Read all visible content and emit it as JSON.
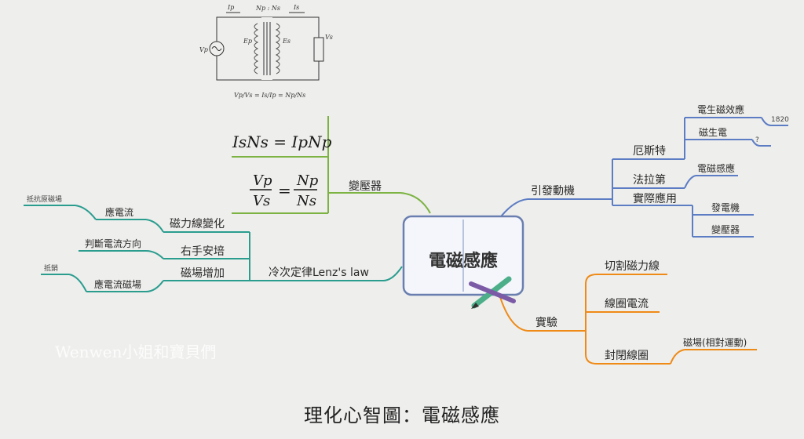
{
  "caption": "理化心智圖：電磁感應",
  "watermark": "Wenwen小姐和寶貝們",
  "center": "電磁感應",
  "transformer": {
    "label": "變壓器",
    "formula1": "IsNs = IpNp",
    "formula2_lhs_num": "Vp",
    "formula2_lhs_den": "Vs",
    "formula2_eq": "=",
    "formula2_rhs_num": "Np",
    "formula2_rhs_den": "Ns",
    "circuit": {
      "ip": "Ip",
      "ratio": "Np : Ns",
      "is": "Is",
      "vp": "Vp",
      "ep": "Ep",
      "es": "Es",
      "vs": "Vs",
      "eq": "Vp/Vs = Is/Ip = Np/Ns"
    }
  },
  "lenz": {
    "label": "冷次定律Lenz's law",
    "branches": [
      {
        "label": "磁力線變化",
        "sub": "應電流",
        "leaf": "抵抗原磁場"
      },
      {
        "label": "右手安培",
        "sub": "判斷電流方向"
      },
      {
        "label": "磁場增加",
        "sub": "應電流磁場",
        "leaf": "抵銷"
      }
    ]
  },
  "generator": {
    "label": "引發動機",
    "faraday_group": {
      "label": "厄斯特",
      "items": [
        {
          "label": "電生磁效應",
          "leaf": "1820"
        },
        {
          "label": "磁生電",
          "leaf": "?"
        }
      ]
    },
    "faraday": {
      "label": "法拉第",
      "item": "電磁感應"
    },
    "application": {
      "label": "實際應用",
      "items": [
        "發電機",
        "變壓器"
      ]
    }
  },
  "experiment": {
    "label": "實驗",
    "items": [
      "切割磁力線",
      "線圈電流",
      "封閉線圈"
    ],
    "closed_leaf": "磁場(相對運動)"
  },
  "colors": {
    "green": "#7cb342",
    "teal": "#2a9d8f",
    "blue": "#5c7cc4",
    "orange": "#ef8a17",
    "center_border": "#6a7fb0"
  }
}
